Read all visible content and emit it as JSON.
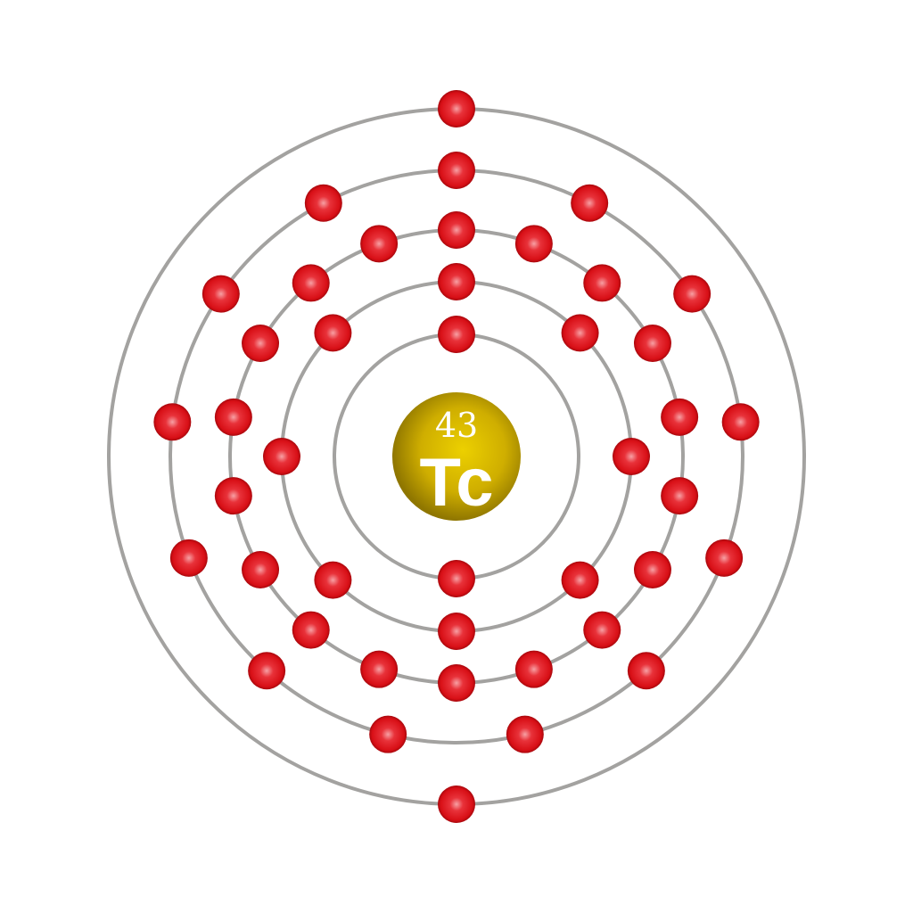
{
  "element": {
    "atomic_number": "43",
    "symbol": "Tc"
  },
  "electrons_per_shell": [
    2,
    8,
    18,
    13,
    2
  ],
  "colors": {
    "nucleus": "#c9a800",
    "electron": "#e0151c",
    "shell": "#a3a2a0",
    "background": "#ffffff"
  }
}
